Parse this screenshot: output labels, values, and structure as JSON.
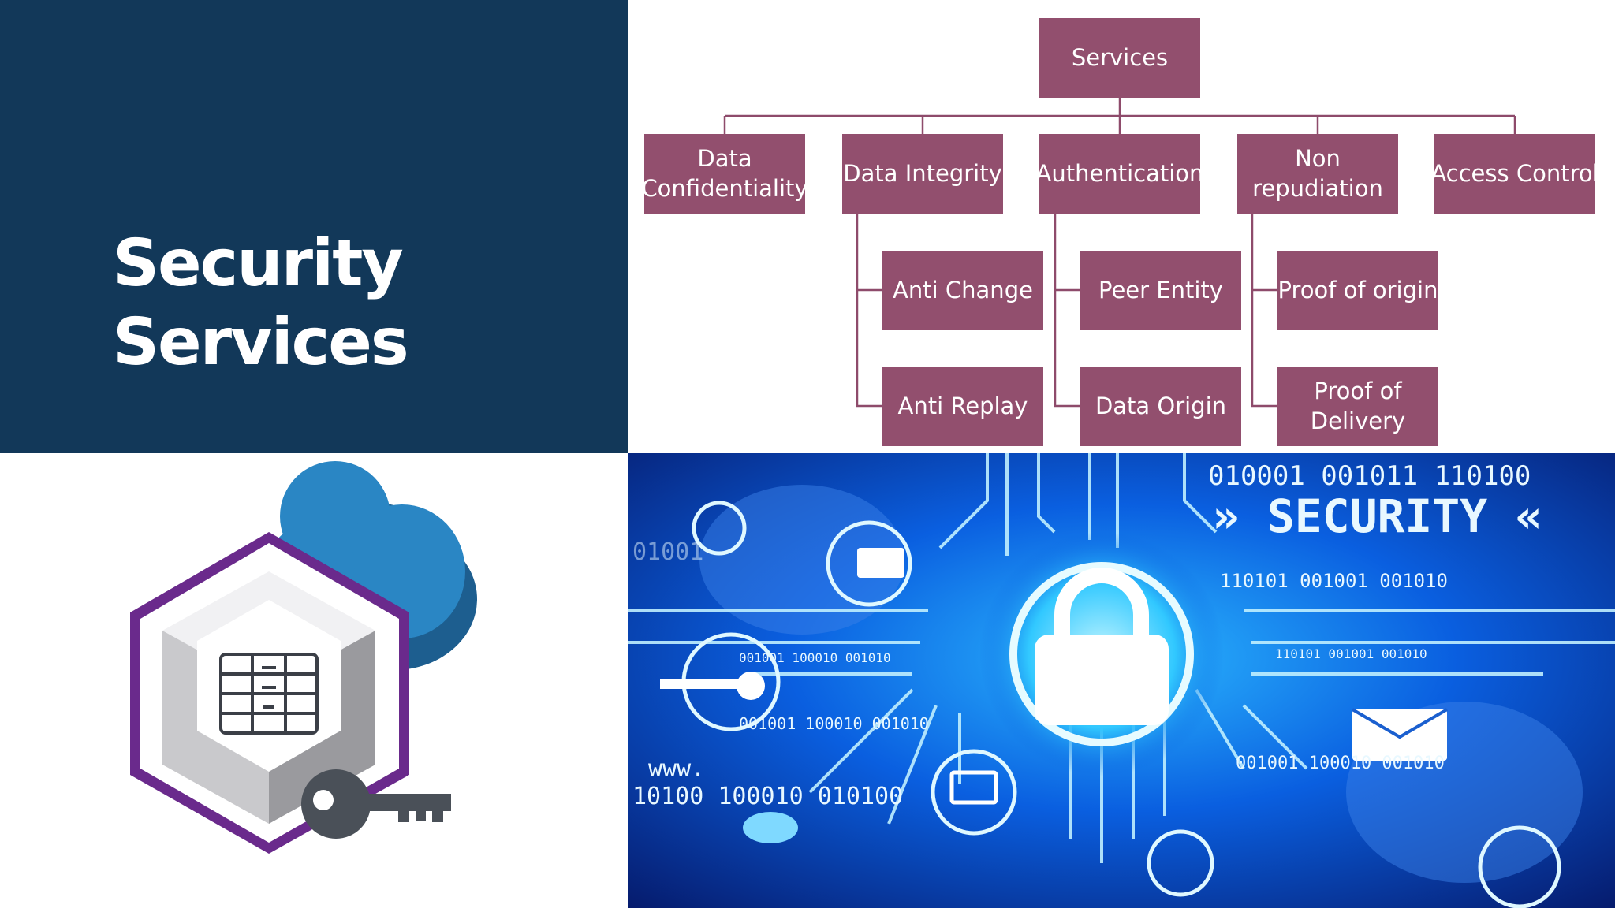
{
  "slide": {
    "title_line1": "Security",
    "title_line2": "Services"
  },
  "diagram": {
    "root": "Services",
    "level1": [
      {
        "line1": "Data",
        "line2": "Confidentiality"
      },
      {
        "line1": "Data Integrity",
        "line2": ""
      },
      {
        "line1": "Authentication",
        "line2": ""
      },
      {
        "line1": "Non",
        "line2": "repudiation"
      },
      {
        "line1": "Access Control",
        "line2": ""
      }
    ],
    "children": {
      "integrity": [
        {
          "line1": "Anti Change",
          "line2": ""
        },
        {
          "line1": "Anti Replay",
          "line2": ""
        }
      ],
      "authentication": [
        {
          "line1": "Peer Entity",
          "line2": ""
        },
        {
          "line1": "Data Origin",
          "line2": ""
        }
      ],
      "nonrepudiation": [
        {
          "line1": "Proof of origin",
          "line2": ""
        },
        {
          "line1": "Proof of",
          "line2": "Delivery"
        }
      ]
    }
  },
  "illustration": {
    "binary_line1": "010001 001011 110100",
    "security_banner": "» SECURITY «",
    "binary_line2": "110101 001001 001010",
    "binary_line3": "110101 001001 001010",
    "binary_line4": "001001 100010 001010",
    "binary_line5": "001001 100010 001010",
    "binary_line6": "10100 100010 010100",
    "www": "www.",
    "binary_left": "01001"
  },
  "colors": {
    "title_bg": "#123859",
    "node_fill": "#924f6e",
    "connector": "#8e4b6b",
    "hex_purple": "#6a2a8c",
    "cloud_blue": "#2a86c4"
  }
}
